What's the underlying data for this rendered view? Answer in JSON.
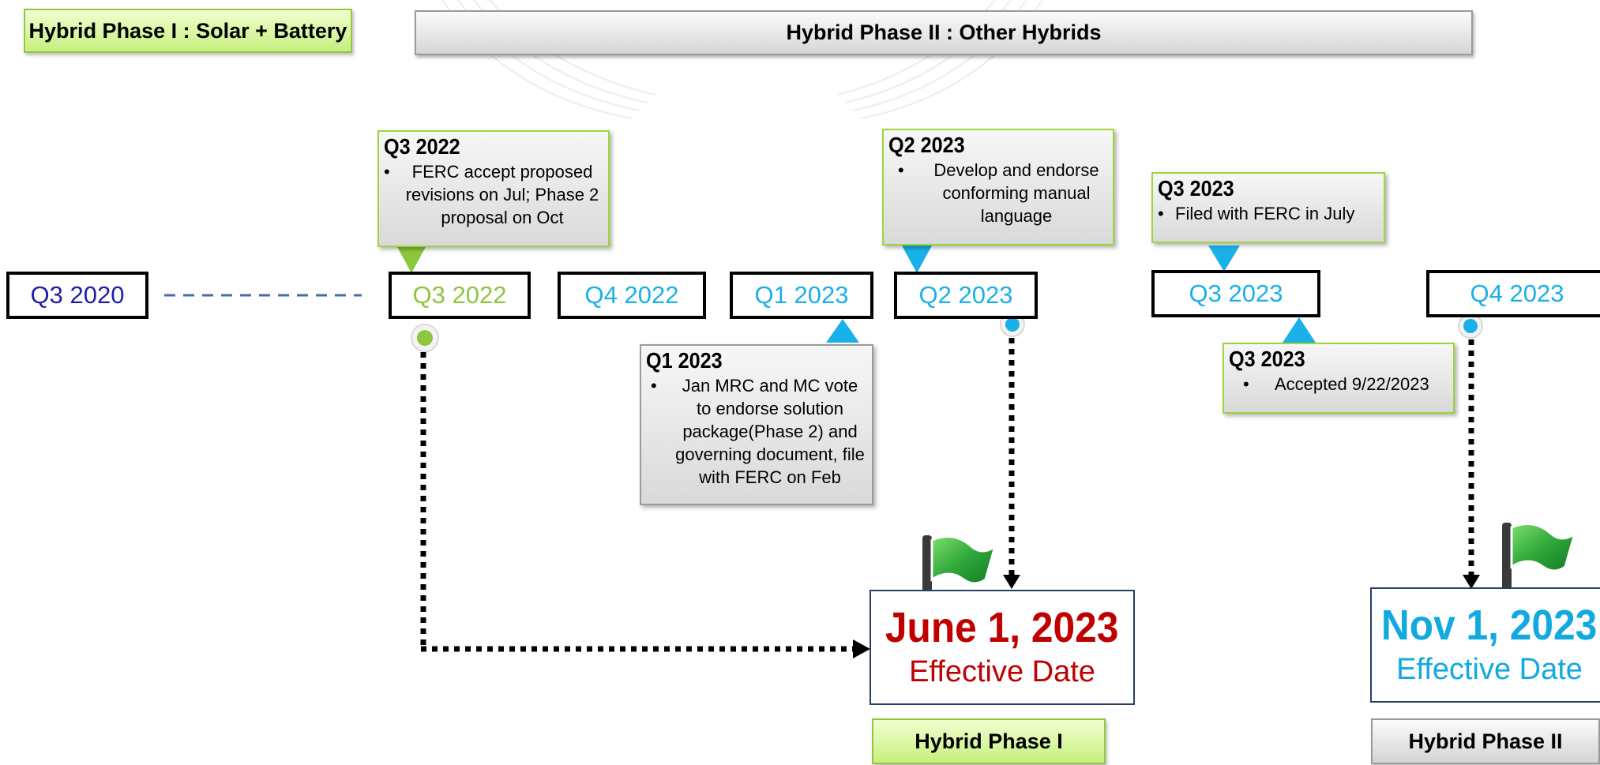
{
  "colors": {
    "green": "#8dc63f",
    "blue": "#1ab0e8",
    "navy": "#1f1fa8",
    "red": "#c00000",
    "cyan": "#12a9e0"
  },
  "phases": {
    "phase1_header": "Hybrid Phase I : Solar + Battery",
    "phase2_header": "Hybrid Phase II : Other Hybrids",
    "phase1_footer": "Hybrid Phase I",
    "phase2_footer": "Hybrid Phase II"
  },
  "quarters": {
    "q3_2020": "Q3 2020",
    "q3_2022": "Q3 2022",
    "q4_2022": "Q4 2022",
    "q1_2023": "Q1 2023",
    "q2_2023": "Q2 2023",
    "q3_2023": "Q3 2023",
    "q4_2023": "Q4 2023"
  },
  "callouts": {
    "q3_2022": {
      "title": "Q3 2022",
      "bullet": "•",
      "text": "FERC accept proposed revisions on Jul; Phase 2 proposal on Oct"
    },
    "q1_2023": {
      "title": "Q1 2023",
      "bullet": "•",
      "text": "Jan MRC and MC vote to endorse solution package(Phase 2) and governing document, file with FERC on Feb"
    },
    "q2_2023": {
      "title": "Q2 2023",
      "bullet": "•",
      "text": "Develop and endorse conforming manual language"
    },
    "q3_2023_top": {
      "title": "Q3 2023",
      "bullet": "•",
      "text": "Filed with FERC in July"
    },
    "q3_2023_bottom": {
      "title": "Q3 2023",
      "bullet": "•",
      "text": "Accepted 9/22/2023"
    }
  },
  "effective": {
    "phase1_date": "June 1, 2023",
    "phase1_label": "Effective Date",
    "phase2_date": "Nov 1, 2023",
    "phase2_label": "Effective Date"
  },
  "icons": [
    "flag-icon",
    "triangle-pointer-icon",
    "timeline-dot-icon",
    "arrow-head-icon"
  ]
}
